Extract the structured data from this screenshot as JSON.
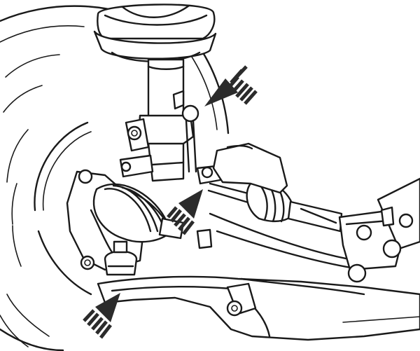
{
  "colors": {
    "line": "#1a1a1a",
    "arrow": "#2b2b2b",
    "background": "#ffffff"
  },
  "icons": [
    "callout-arrow-icon"
  ],
  "callouts": [
    {
      "name": "arrow-stabilizer-link-upper",
      "direction": "down-left"
    },
    {
      "name": "arrow-stabilizer-link-lower",
      "direction": "up-right"
    },
    {
      "name": "arrow-lower-ball-joint",
      "direction": "up-right"
    }
  ]
}
